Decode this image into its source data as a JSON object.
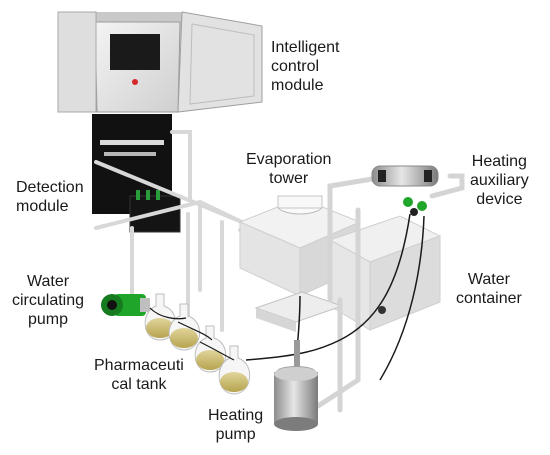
{
  "labels": {
    "control": "Intelligent\ncontrol\nmodule",
    "detection": "Detection\nmodule",
    "evaporation": "Evaporation\ntower",
    "heating_aux": "Heating\nauxiliary\ndevice",
    "water_pump": "Water\ncirculating\npump",
    "water_container": "Water\ncontainer",
    "pharma_tank": "Pharmaceuti\ncal tank",
    "heating_pump": "Heating\npump"
  },
  "colors": {
    "cabinet": "#ededed",
    "pipe": "#d9d9d9",
    "pump_green": "#1fa52a",
    "liquid": "#c8b86a",
    "panel_black": "#111111"
  }
}
